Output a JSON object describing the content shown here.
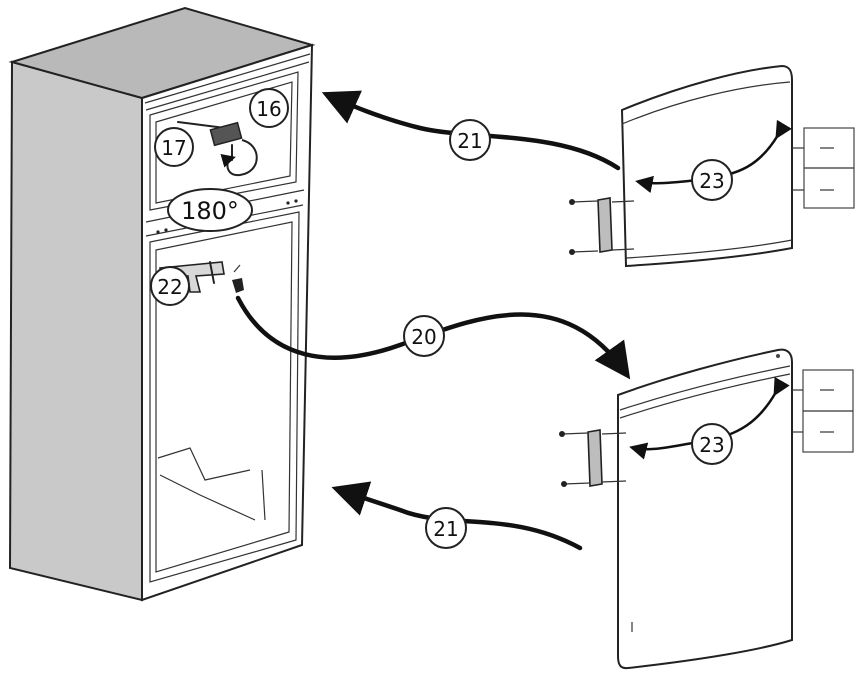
{
  "callouts": {
    "c16": "16",
    "c17": "17",
    "c180": "180°",
    "c22": "22",
    "c21_top": "21",
    "c20": "20",
    "c21_bottom": "21",
    "c23_top": "23",
    "c23_bottom": "23"
  },
  "colors": {
    "ink": "#111111",
    "side_shade": "#c9c9c9",
    "top_shade": "#b9b9b9",
    "paper": "#ffffff"
  }
}
